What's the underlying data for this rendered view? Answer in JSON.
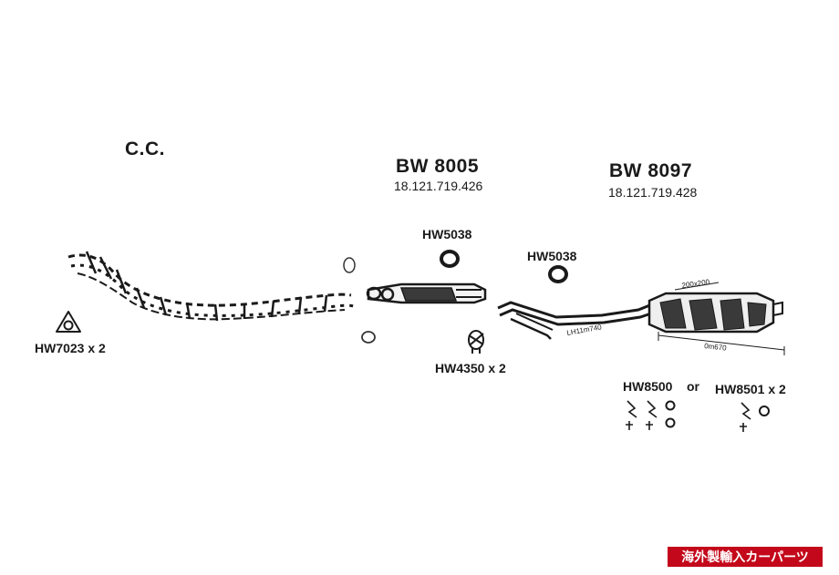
{
  "section_cc": {
    "title": "C.C."
  },
  "part_center": {
    "code": "BW 8005",
    "oe_number": "18.121.719.426"
  },
  "part_rear": {
    "code": "BW 8097",
    "oe_number": "18.121.719.428"
  },
  "hardware": {
    "hw7023": "HW7023 x 2",
    "hw5038_a": "HW5038",
    "hw5038_b": "HW5038",
    "hw4350": "HW4350 x 2",
    "hw8500": "HW8500",
    "or_text": "or",
    "hw8501": "HW8501 x 2"
  },
  "dimensions": {
    "pipe_length": "LH11m740",
    "box_size": "200x200",
    "box_length": "0m670"
  },
  "badge": {
    "text": "海外製輸入カーパーツ"
  },
  "colors": {
    "badge_bg": "#c4081b",
    "ink": "#1a1a1a"
  }
}
